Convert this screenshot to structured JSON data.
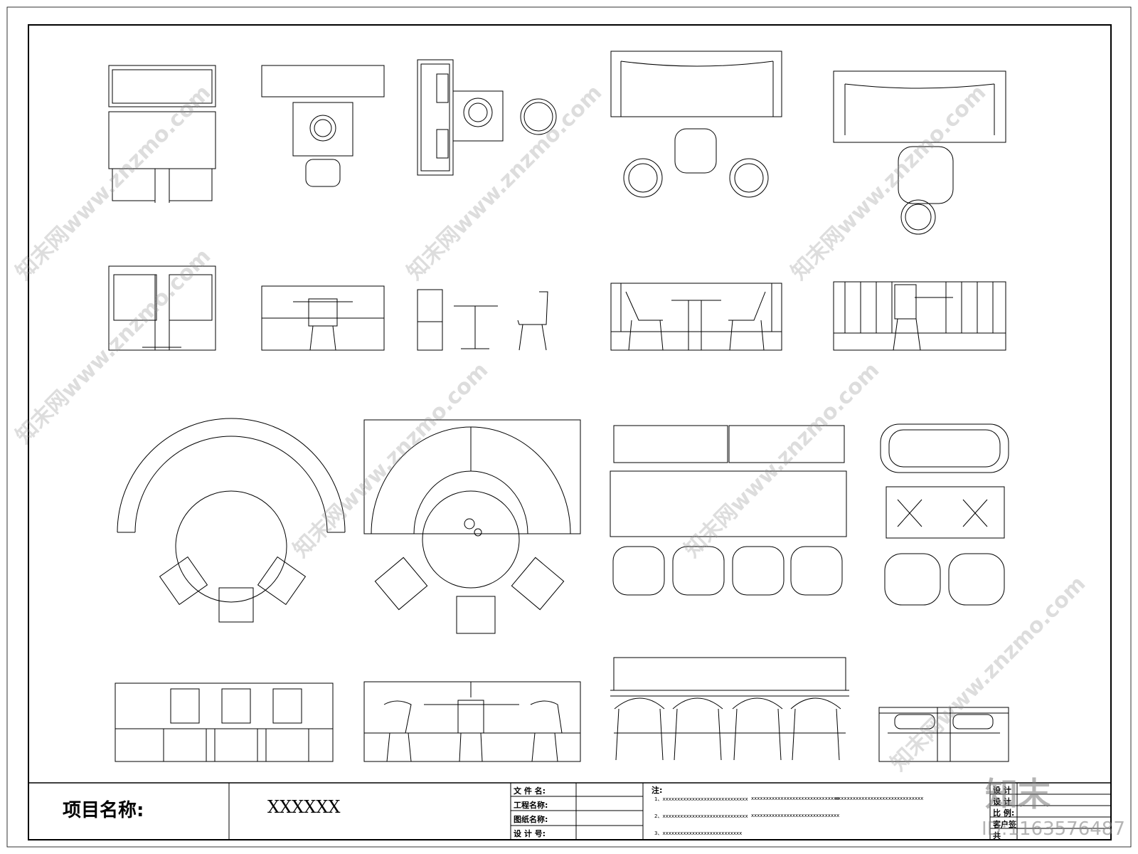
{
  "title_block": {
    "project_label": "项目名称:",
    "project_value": "XXXXXX",
    "fields": [
      "文 件 名:",
      "工程名称:",
      "图纸名称:",
      "设 计 号:"
    ],
    "notes_label": "注:",
    "notes": [
      "1、xxxxxxxxxxxxxxxxxxxxxxxxxxxxx",
      "xxxxxxxxxxxxxxxxxxxxxxxxxxxxxx",
      "xxxxxxxxxxxxxxxxxxxxxxxxxxxxxx",
      "2、xxxxxxxxxxxxxxxxxxxxxxxxxxxxx",
      "xxxxxxxxxxxxxxxxxxxxxxxxxxxxxx",
      "3、xxxxxxxxxxxxxxxxxxxxxxxxxxx"
    ],
    "right_fields": [
      "设 计",
      "设 计",
      "比 例:",
      "客户签",
      "共"
    ]
  },
  "watermark": "知末网www.znzmo.com",
  "brand": "知末",
  "image_id": "ID:1163576487",
  "colors": {
    "line": "#000000",
    "watermark": "#969696"
  }
}
